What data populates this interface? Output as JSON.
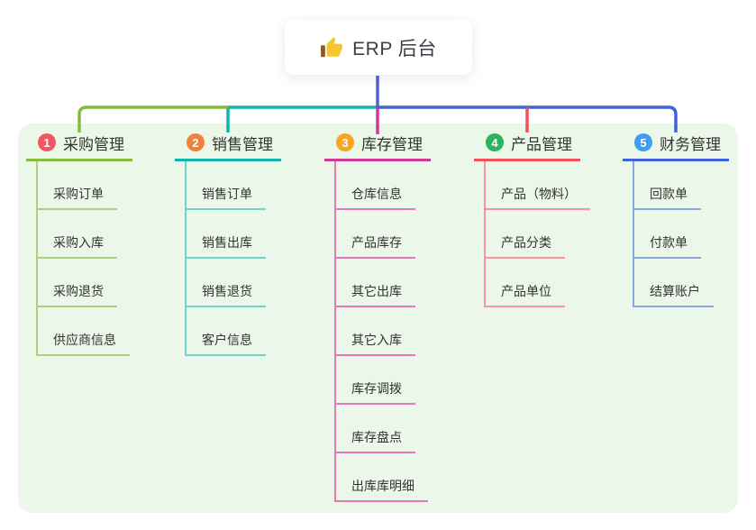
{
  "root": {
    "label": "ERP 后台",
    "icon": "thumbs-up-icon",
    "icon_colors": {
      "hand": "#f6c62d",
      "cuff": "#8a5a2b"
    },
    "line_color": "#4f63d2"
  },
  "panel_color": "#ebf7e8",
  "branches": [
    {
      "number": "1",
      "title": "采购管理",
      "badge_color": "#f25663",
      "line_color": "#84bd3e",
      "child_line_color": "#a9d37f",
      "children": [
        "采购订单",
        "采购入库",
        "采购退货",
        "供应商信息"
      ]
    },
    {
      "number": "2",
      "title": "销售管理",
      "badge_color": "#f0813d",
      "line_color": "#12b4ae",
      "child_line_color": "#74d2cc",
      "children": [
        "销售订单",
        "销售出库",
        "销售退货",
        "客户信息"
      ]
    },
    {
      "number": "3",
      "title": "库存管理",
      "badge_color": "#f6a623",
      "line_color": "#d23896",
      "child_line_color": "#e678ba",
      "children": [
        "仓库信息",
        "产品库存",
        "其它出库",
        "其它入库",
        "库存调拨",
        "库存盘点",
        "出库库明细"
      ]
    },
    {
      "number": "4",
      "title": "产品管理",
      "badge_color": "#2db45f",
      "line_color": "#f4505b",
      "child_line_color": "#f9959b",
      "children": [
        "产品（物料）",
        "产品分类",
        "产品单位"
      ]
    },
    {
      "number": "5",
      "title": "财务管理",
      "badge_color": "#3f9ef2",
      "line_color": "#3f62d4",
      "child_line_color": "#8ba6de",
      "children": [
        "回款单",
        "付款单",
        "结算账户"
      ]
    }
  ]
}
